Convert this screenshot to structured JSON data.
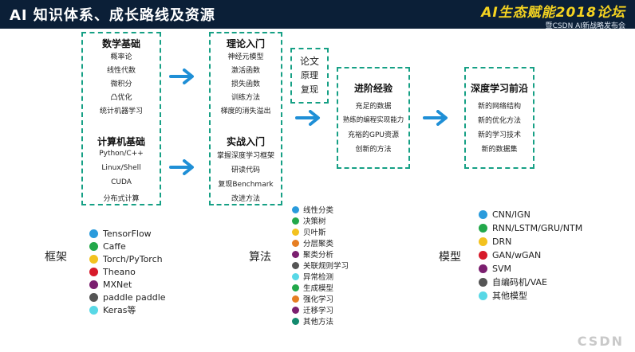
{
  "header": {
    "title": "AI 知识体系、成长路线及资源",
    "brand_line1": "AI生态赋能2018论坛",
    "brand_line2": "暨CSDN AI新战略发布会"
  },
  "colors": {
    "accent": "#16a085",
    "arrow": "#1f8fd6",
    "header_bg": "#0b1f37",
    "brand": "#f5d320"
  },
  "boxes": {
    "foundation": {
      "math_title": "数学基础",
      "math_items": [
        "概率论",
        "线性代数",
        "微积分",
        "凸优化",
        "统计机器学习"
      ],
      "cs_title": "计算机基础",
      "cs_items": [
        "Python/C++",
        "Linux/Shell",
        "CUDA",
        "分布式计算"
      ]
    },
    "entry": {
      "theory_title": "理论入门",
      "theory_items": [
        "神经元模型",
        "激活函数",
        "损失函数",
        "训练方法",
        "梯度的消失溢出"
      ],
      "practice_title": "实战入门",
      "practice_items": [
        "掌握深度学习框架",
        "研读代码",
        "复现Benchmark",
        "改进方法"
      ]
    },
    "paper": {
      "items": [
        "论文",
        "原理",
        "复现"
      ]
    },
    "advanced": {
      "title": "进阶经验",
      "items": [
        "充足的数据",
        "熟练的编程实现能力",
        "充裕的GPU资源",
        "创新的方法"
      ]
    },
    "frontier": {
      "title": "深度学习前沿",
      "items": [
        "新的网络结构",
        "新的优化方法",
        "新的学习技术",
        "新的数据集"
      ]
    }
  },
  "legends": {
    "frameworks": {
      "label": "框架",
      "items": [
        {
          "text": "TensorFlow",
          "color": "#2a9bdc"
        },
        {
          "text": "Caffe",
          "color": "#22a84a"
        },
        {
          "text": "Torch/PyTorch",
          "color": "#f3c21f"
        },
        {
          "text": "Theano",
          "color": "#d71a2a"
        },
        {
          "text": "MXNet",
          "color": "#7b1f6f"
        },
        {
          "text": "paddle paddle",
          "color": "#555555"
        },
        {
          "text": "Keras等",
          "color": "#58d8e6"
        }
      ]
    },
    "algorithms": {
      "label": "算法",
      "items": [
        {
          "text": "线性分类",
          "color": "#2a9bdc"
        },
        {
          "text": "决策树",
          "color": "#22a84a"
        },
        {
          "text": "贝叶斯",
          "color": "#f3c21f"
        },
        {
          "text": "分层聚类",
          "color": "#e67e22"
        },
        {
          "text": "聚类分析",
          "color": "#7b1f6f"
        },
        {
          "text": "关联规则学习",
          "color": "#555555"
        },
        {
          "text": "异常检测",
          "color": "#58d8e6"
        },
        {
          "text": "生成模型",
          "color": "#22a84a"
        },
        {
          "text": "强化学习",
          "color": "#e67e22"
        },
        {
          "text": "迁移学习",
          "color": "#7b1f6f"
        },
        {
          "text": "其他方法",
          "color": "#138a6e"
        }
      ]
    },
    "models": {
      "label": "模型",
      "items": [
        {
          "text": "CNN/IGN",
          "color": "#2a9bdc"
        },
        {
          "text": "RNN/LSTM/GRU/NTM",
          "color": "#22a84a"
        },
        {
          "text": "DRN",
          "color": "#f3c21f"
        },
        {
          "text": "GAN/wGAN",
          "color": "#d71a2a"
        },
        {
          "text": "SVM",
          "color": "#7b1f6f"
        },
        {
          "text": "自编码机/VAE",
          "color": "#555555"
        },
        {
          "text": "其他模型",
          "color": "#58d8e6"
        }
      ]
    }
  },
  "watermark": "CSDN"
}
